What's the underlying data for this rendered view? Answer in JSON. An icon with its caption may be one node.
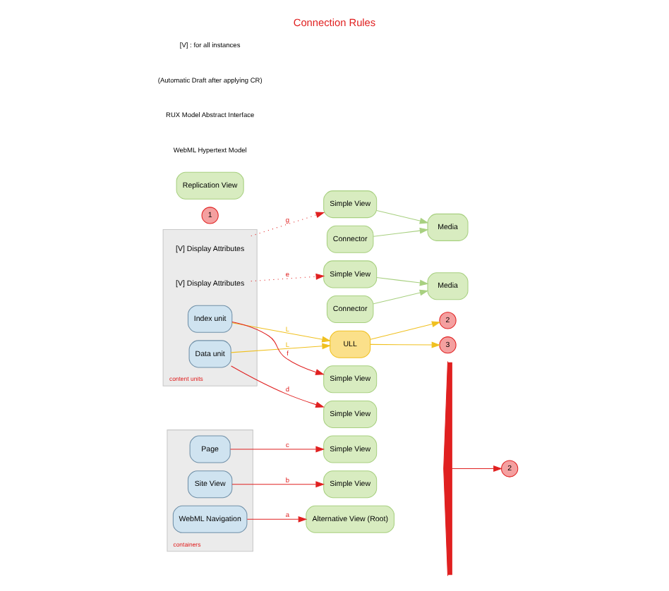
{
  "diagram": {
    "title": "Connection Rules",
    "nodes": [
      {
        "text": [
          "containers"
        ]
      },
      {
        "text": [
          "WebML Navigation"
        ],
        "in": 0
      },
      {
        "text": [
          "Site View"
        ],
        "in": 0
      },
      {
        "text": [
          "Page"
        ],
        "in": 0
      },
      {
        "text": [
          "content units"
        ]
      },
      {
        "text": [
          "Data unit"
        ],
        "in": 4
      },
      {
        "text": [
          "[V] Display Attributes"
        ],
        "in": 4
      },
      {
        "text": [
          "Index unit"
        ],
        "in": 4
      },
      {
        "text": [
          "[V] Display Attributes"
        ],
        "in": 4
      },
      {
        "text": [
          "1"
        ]
      },
      {
        "text": [
          "Alternative View (Root)"
        ]
      },
      {
        "text": [
          "Simple View"
        ]
      },
      {
        "text": [
          "Simple View"
        ]
      },
      {
        "text": [
          "ULL"
        ]
      },
      {
        "text": [
          "2"
        ]
      },
      {
        "text": [
          "3"
        ]
      },
      {
        "text": [
          "Simple View"
        ]
      },
      {
        "text": [
          "Connector"
        ]
      },
      {
        "text": [
          "Simple View"
        ]
      },
      {
        "text": [
          "Media"
        ]
      },
      {
        "text": [
          "Simple View"
        ]
      },
      {
        "text": [
          "Connector"
        ]
      },
      {
        "text": [
          "Replication View"
        ]
      },
      {
        "text": [
          "Simple View"
        ]
      },
      {
        "text": [
          "Media"
        ]
      },
      {
        "text": [
          "2"
        ]
      },
      {
        "text": [],
        "shape": "brace"
      }
    ],
    "edges": [
      {
        "from": 1,
        "to": 10,
        "arrow": "to",
        "label": "a"
      },
      {
        "from": 2,
        "to": 11,
        "arrow": "to",
        "label": "b"
      },
      {
        "from": 3,
        "to": 12,
        "arrow": "to",
        "label": "c"
      },
      {
        "from": 5,
        "to": 13,
        "arrow": "to",
        "label": "L",
        "color": "#f0c020"
      },
      {
        "from": 7,
        "to": 13,
        "arrow": "to",
        "label": "L",
        "color": "#f0c020"
      },
      {
        "from": 5,
        "to": 16,
        "arrow": "to",
        "label": "d"
      },
      {
        "from": 6,
        "to": 18,
        "arrow": "to",
        "label": "e",
        "style": "dashed"
      },
      {
        "from": 7,
        "to": 20,
        "arrow": "to",
        "label": "f"
      },
      {
        "from": 8,
        "to": 23,
        "arrow": "to",
        "label": "g",
        "style": "dashed"
      },
      {
        "from": 13,
        "to": 14,
        "arrow": "to",
        "color": "#f0c020"
      },
      {
        "from": 13,
        "to": 15,
        "arrow": "to",
        "color": "#f0c020"
      },
      {
        "from": 18,
        "to": 19,
        "arrow": "to",
        "color": "#a8d080"
      },
      {
        "from": 17,
        "to": 19,
        "arrow": "to",
        "color": "#a8d080"
      },
      {
        "from": 23,
        "to": 24,
        "arrow": "to",
        "color": "#a8d080"
      },
      {
        "from": 21,
        "to": 24,
        "arrow": "to",
        "color": "#a8d080"
      },
      {
        "from": 26,
        "to": 25,
        "arrow": "to"
      }
    ],
    "labels": [
      "WebML Hypertext Model",
      "RUX Model Abstract Interface",
      "(Automatic Draft after applying CR)",
      "[V] : for all instances"
    ]
  }
}
